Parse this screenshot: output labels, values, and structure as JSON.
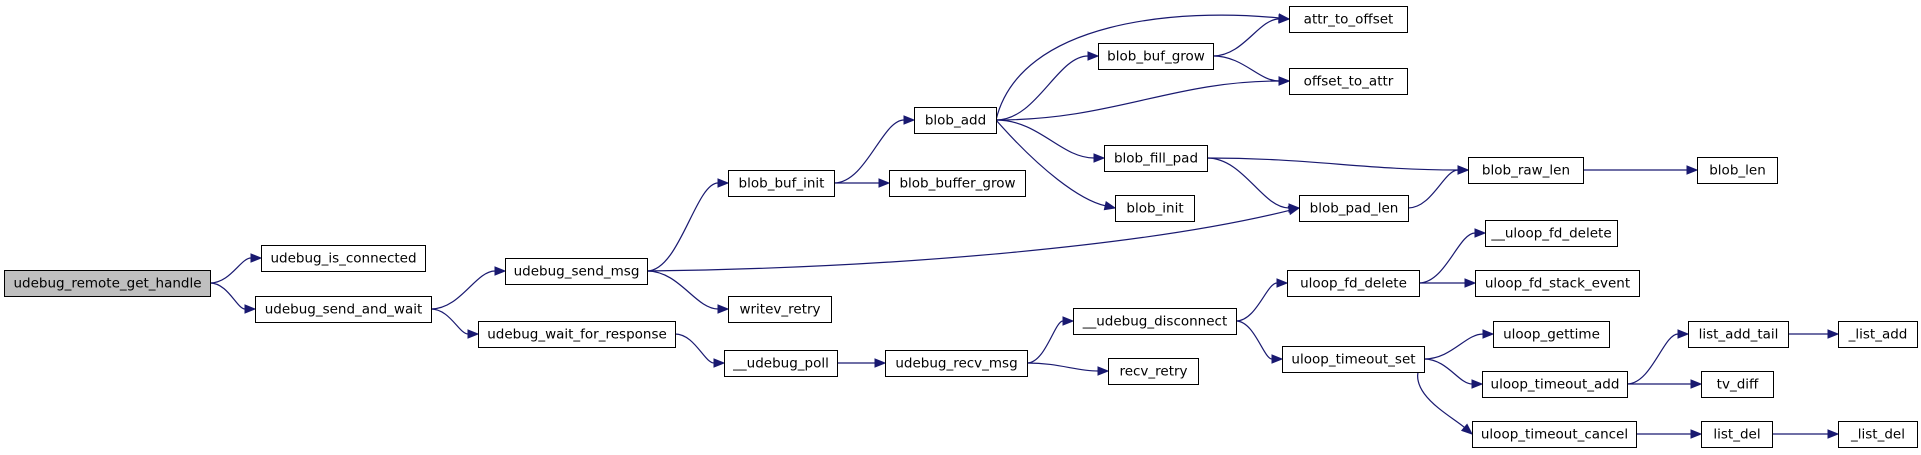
{
  "graph": {
    "colors": {
      "root_fill": "#bfbfbf",
      "node_fill": "#ffffff",
      "border": "#000000",
      "edge": "#191970"
    },
    "nodes": [
      {
        "id": "udebug_remote_get_handle",
        "label": "udebug_remote_get_handle",
        "root": true
      },
      {
        "id": "udebug_is_connected",
        "label": "udebug_is_connected"
      },
      {
        "id": "udebug_send_and_wait",
        "label": "udebug_send_and_wait"
      },
      {
        "id": "udebug_send_msg",
        "label": "udebug_send_msg"
      },
      {
        "id": "udebug_wait_for_response",
        "label": "udebug_wait_for_response"
      },
      {
        "id": "blob_buf_init",
        "label": "blob_buf_init"
      },
      {
        "id": "writev_retry",
        "label": "writev_retry"
      },
      {
        "id": "__udebug_poll",
        "label": "__udebug_poll"
      },
      {
        "id": "blob_add",
        "label": "blob_add"
      },
      {
        "id": "blob_buffer_grow",
        "label": "blob_buffer_grow"
      },
      {
        "id": "udebug_recv_msg",
        "label": "udebug_recv_msg"
      },
      {
        "id": "blob_buf_grow",
        "label": "blob_buf_grow"
      },
      {
        "id": "blob_fill_pad",
        "label": "blob_fill_pad"
      },
      {
        "id": "blob_init",
        "label": "blob_init"
      },
      {
        "id": "__udebug_disconnect",
        "label": "__udebug_disconnect"
      },
      {
        "id": "recv_retry",
        "label": "recv_retry"
      },
      {
        "id": "attr_to_offset",
        "label": "attr_to_offset"
      },
      {
        "id": "offset_to_attr",
        "label": "offset_to_attr"
      },
      {
        "id": "blob_pad_len",
        "label": "blob_pad_len"
      },
      {
        "id": "uloop_fd_delete",
        "label": "uloop_fd_delete"
      },
      {
        "id": "uloop_timeout_set",
        "label": "uloop_timeout_set"
      },
      {
        "id": "blob_raw_len",
        "label": "blob_raw_len"
      },
      {
        "id": "__uloop_fd_delete",
        "label": "__uloop_fd_delete"
      },
      {
        "id": "uloop_fd_stack_event",
        "label": "uloop_fd_stack_event"
      },
      {
        "id": "uloop_gettime",
        "label": "uloop_gettime"
      },
      {
        "id": "uloop_timeout_add",
        "label": "uloop_timeout_add"
      },
      {
        "id": "uloop_timeout_cancel",
        "label": "uloop_timeout_cancel"
      },
      {
        "id": "blob_len",
        "label": "blob_len"
      },
      {
        "id": "list_add_tail",
        "label": "list_add_tail"
      },
      {
        "id": "tv_diff",
        "label": "tv_diff"
      },
      {
        "id": "list_del",
        "label": "list_del"
      },
      {
        "id": "_list_add",
        "label": "_list_add"
      },
      {
        "id": "_list_del",
        "label": "_list_del"
      }
    ],
    "edges": [
      {
        "from": "udebug_remote_get_handle",
        "to": "udebug_is_connected"
      },
      {
        "from": "udebug_remote_get_handle",
        "to": "udebug_send_and_wait"
      },
      {
        "from": "udebug_send_and_wait",
        "to": "udebug_send_msg"
      },
      {
        "from": "udebug_send_and_wait",
        "to": "udebug_wait_for_response"
      },
      {
        "from": "udebug_send_msg",
        "to": "blob_buf_init"
      },
      {
        "from": "udebug_send_msg",
        "to": "writev_retry"
      },
      {
        "from": "udebug_send_msg",
        "to": "blob_pad_len"
      },
      {
        "from": "udebug_wait_for_response",
        "to": "__udebug_poll"
      },
      {
        "from": "blob_buf_init",
        "to": "blob_add"
      },
      {
        "from": "blob_buf_init",
        "to": "blob_buffer_grow"
      },
      {
        "from": "__udebug_poll",
        "to": "udebug_recv_msg"
      },
      {
        "from": "blob_add",
        "to": "attr_to_offset"
      },
      {
        "from": "blob_add",
        "to": "blob_buf_grow"
      },
      {
        "from": "blob_add",
        "to": "offset_to_attr"
      },
      {
        "from": "blob_add",
        "to": "blob_fill_pad"
      },
      {
        "from": "blob_add",
        "to": "blob_init"
      },
      {
        "from": "blob_buf_grow",
        "to": "attr_to_offset"
      },
      {
        "from": "blob_buf_grow",
        "to": "offset_to_attr"
      },
      {
        "from": "blob_fill_pad",
        "to": "blob_raw_len"
      },
      {
        "from": "blob_fill_pad",
        "to": "blob_pad_len"
      },
      {
        "from": "blob_pad_len",
        "to": "blob_raw_len"
      },
      {
        "from": "blob_raw_len",
        "to": "blob_len"
      },
      {
        "from": "udebug_recv_msg",
        "to": "__udebug_disconnect"
      },
      {
        "from": "udebug_recv_msg",
        "to": "recv_retry"
      },
      {
        "from": "__udebug_disconnect",
        "to": "uloop_fd_delete"
      },
      {
        "from": "__udebug_disconnect",
        "to": "uloop_timeout_set"
      },
      {
        "from": "uloop_fd_delete",
        "to": "__uloop_fd_delete"
      },
      {
        "from": "uloop_fd_delete",
        "to": "uloop_fd_stack_event"
      },
      {
        "from": "uloop_timeout_set",
        "to": "uloop_gettime"
      },
      {
        "from": "uloop_timeout_set",
        "to": "uloop_timeout_add"
      },
      {
        "from": "uloop_timeout_set",
        "to": "uloop_timeout_cancel"
      },
      {
        "from": "uloop_timeout_add",
        "to": "list_add_tail"
      },
      {
        "from": "uloop_timeout_add",
        "to": "tv_diff"
      },
      {
        "from": "uloop_timeout_cancel",
        "to": "list_del"
      },
      {
        "from": "list_add_tail",
        "to": "_list_add"
      },
      {
        "from": "list_del",
        "to": "_list_del"
      }
    ]
  }
}
